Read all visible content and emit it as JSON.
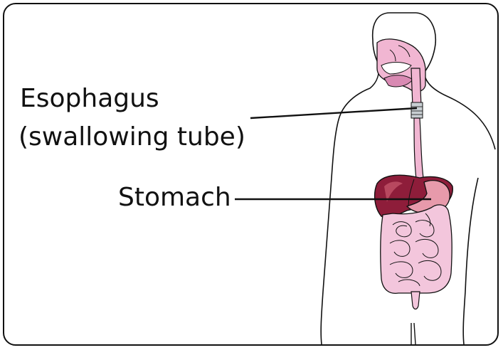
{
  "labels": {
    "esophagus_line1": "Esophagus",
    "esophagus_line2": "(swallowing tube)",
    "stomach": "Stomach"
  },
  "colors": {
    "outline": "#111111",
    "tissue_pink": "#f1b6d2",
    "tissue_dark_pink": "#d98ab3",
    "liver": "#8e1d3a",
    "liver_highlight": "#b8485f",
    "stomach_fill": "#e79aab",
    "intestine": "#f3c6dc",
    "trachea_gray": "#c9cfd3"
  },
  "icons": {
    "body": "human-torso-outline",
    "organs": "digestive-system"
  }
}
